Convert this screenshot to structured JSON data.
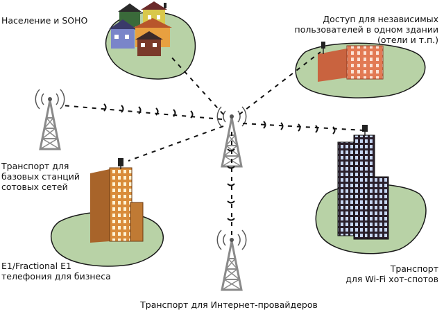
{
  "diagram": {
    "labels": {
      "residential_soho": "Население и SOHO",
      "single_building_access": "Доступ для независимых\nпользователей в одном здании\n(отели и т.п.)",
      "cellular_backhaul": "Транспорт для\nбазовых станций\nсотовых сетей",
      "wifi_hotspot_transport": "Транспорт\nдля Wi-Fi хот-спотов",
      "business_telephony": "E1/Fractional E1\nтелефония для бизнеса",
      "isp_transport": "Транспорт для Интернет-провайдеров"
    },
    "colors": {
      "island_fill": "#b8d2a6",
      "island_stroke": "#1a1a1a",
      "tower": "#8a8a8a",
      "tower_dark": "#555555",
      "link_dash": "#111111",
      "hotel_brick": "#e27a54",
      "tall_building": "#2a1f2b",
      "window_blue": "#c6d6f2",
      "office_orange": "#d98c3a"
    }
  }
}
